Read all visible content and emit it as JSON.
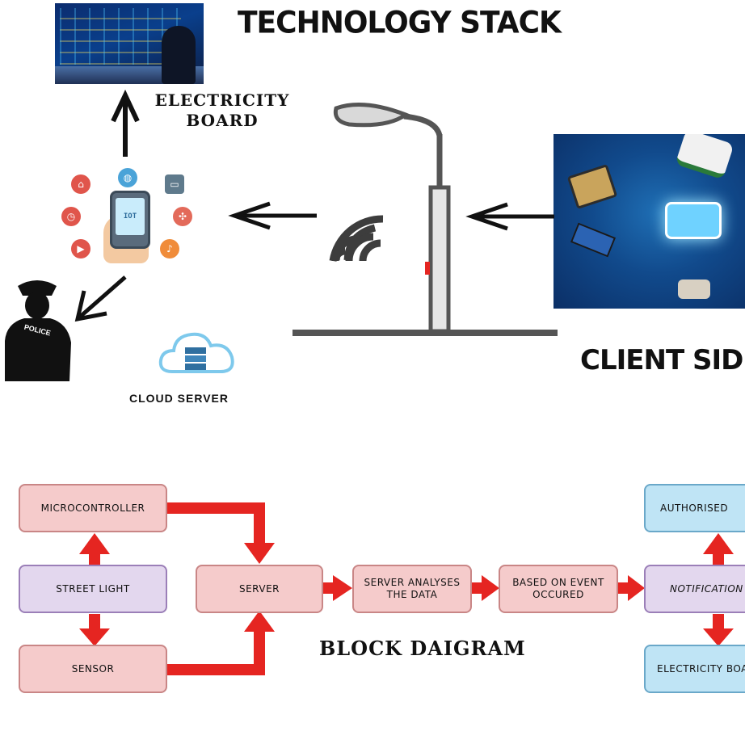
{
  "header": {
    "title": "TECHNOLOGY STACK",
    "client_side": "CLIENT SIDE"
  },
  "labels": {
    "electricity_board": "ELECTRICITY BOARD",
    "cloud_server": "CLOUD SERVER",
    "police_badge": "POLICE",
    "iot_phone": "IOT",
    "block_diagram": "BLOCK DAIGRAM"
  },
  "icons": {
    "control_room": "control-room-photo",
    "iot_cluster": "iot-phone-hand",
    "police": "police-officer-silhouette",
    "cloud": "cloud-server-icon",
    "street_light": "street-light-lamp",
    "wifi": "wireless-signal-icon",
    "client_hardware": "sensor-hardware-photo"
  },
  "block": {
    "microcontroller": "MICROCONTROLLER",
    "street_light": "STREET LIGHT",
    "sensor": "SENSOR",
    "server": "SERVER",
    "server_analyses": "SERVER ANALYSES THE DATA",
    "based_on_event": "BASED ON EVENT OCCURED",
    "authorised": "AUTHORISED",
    "notification": "NOTIFICATION",
    "electricity_board": "ELECTRICITY BOARD"
  },
  "colors": {
    "arrow_red": "#e52521",
    "box_pink": "#f5cbcb",
    "box_purple": "#e3d7ee",
    "box_blue": "#bfe4f5",
    "lamp_gray": "#5a5a5a"
  }
}
